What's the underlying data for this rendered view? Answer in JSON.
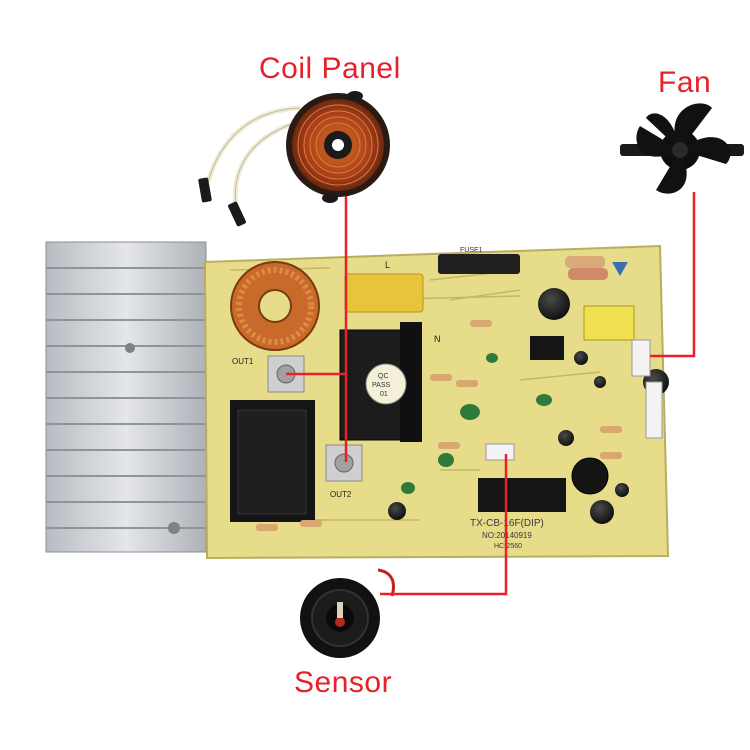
{
  "labels": {
    "coil": "Coil Panel",
    "fan": "Fan",
    "sensor": "Sensor"
  },
  "board_text": {
    "out1": "OUT1",
    "out2": "OUT2",
    "qc": "QC",
    "pass": "PASS",
    "qc_num": "01",
    "fuse": "FUSE1",
    "model": "TX-CB-16F(DIP)",
    "number": "NO:20140919",
    "hc": "HC-2560",
    "l": "L",
    "n": "N"
  },
  "colors": {
    "callout": "#e8202a",
    "board": "#e6dc8a",
    "heatsink": "#c9ccd0",
    "coil_copper": "#c0581e",
    "component_black": "#1e1e1e"
  }
}
